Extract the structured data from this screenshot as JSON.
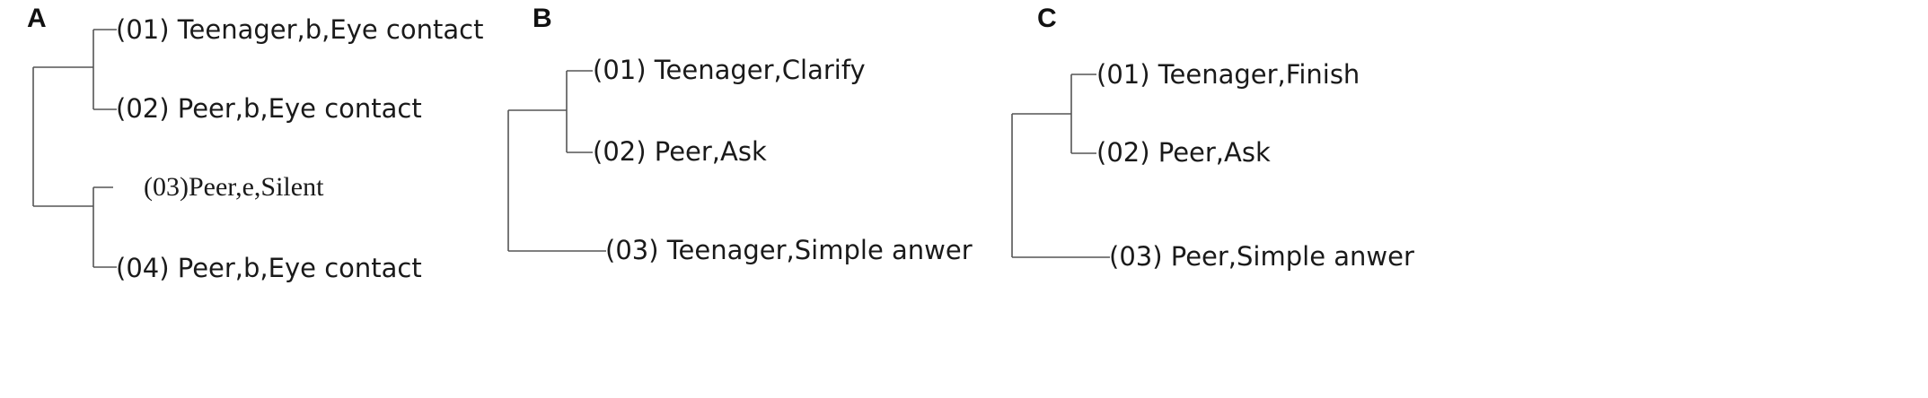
{
  "panels": [
    {
      "label": "A",
      "leaves": [
        "(01) Teenager,b,Eye contact",
        "(02) Peer,b,Eye contact",
        "(03)Peer,e,Silent",
        "(04) Peer,b,Eye contact"
      ]
    },
    {
      "label": "B",
      "leaves": [
        "(01) Teenager,Clarify",
        "(02) Peer,Ask",
        "(03) Teenager,Simple anwer"
      ]
    },
    {
      "label": "C",
      "leaves": [
        "(01) Teenager,Finish",
        "(02) Peer,Ask",
        "(03) Peer,Simple anwer"
      ]
    }
  ],
  "colors": {
    "lines": "#555555",
    "text": "#1a1a1a"
  }
}
